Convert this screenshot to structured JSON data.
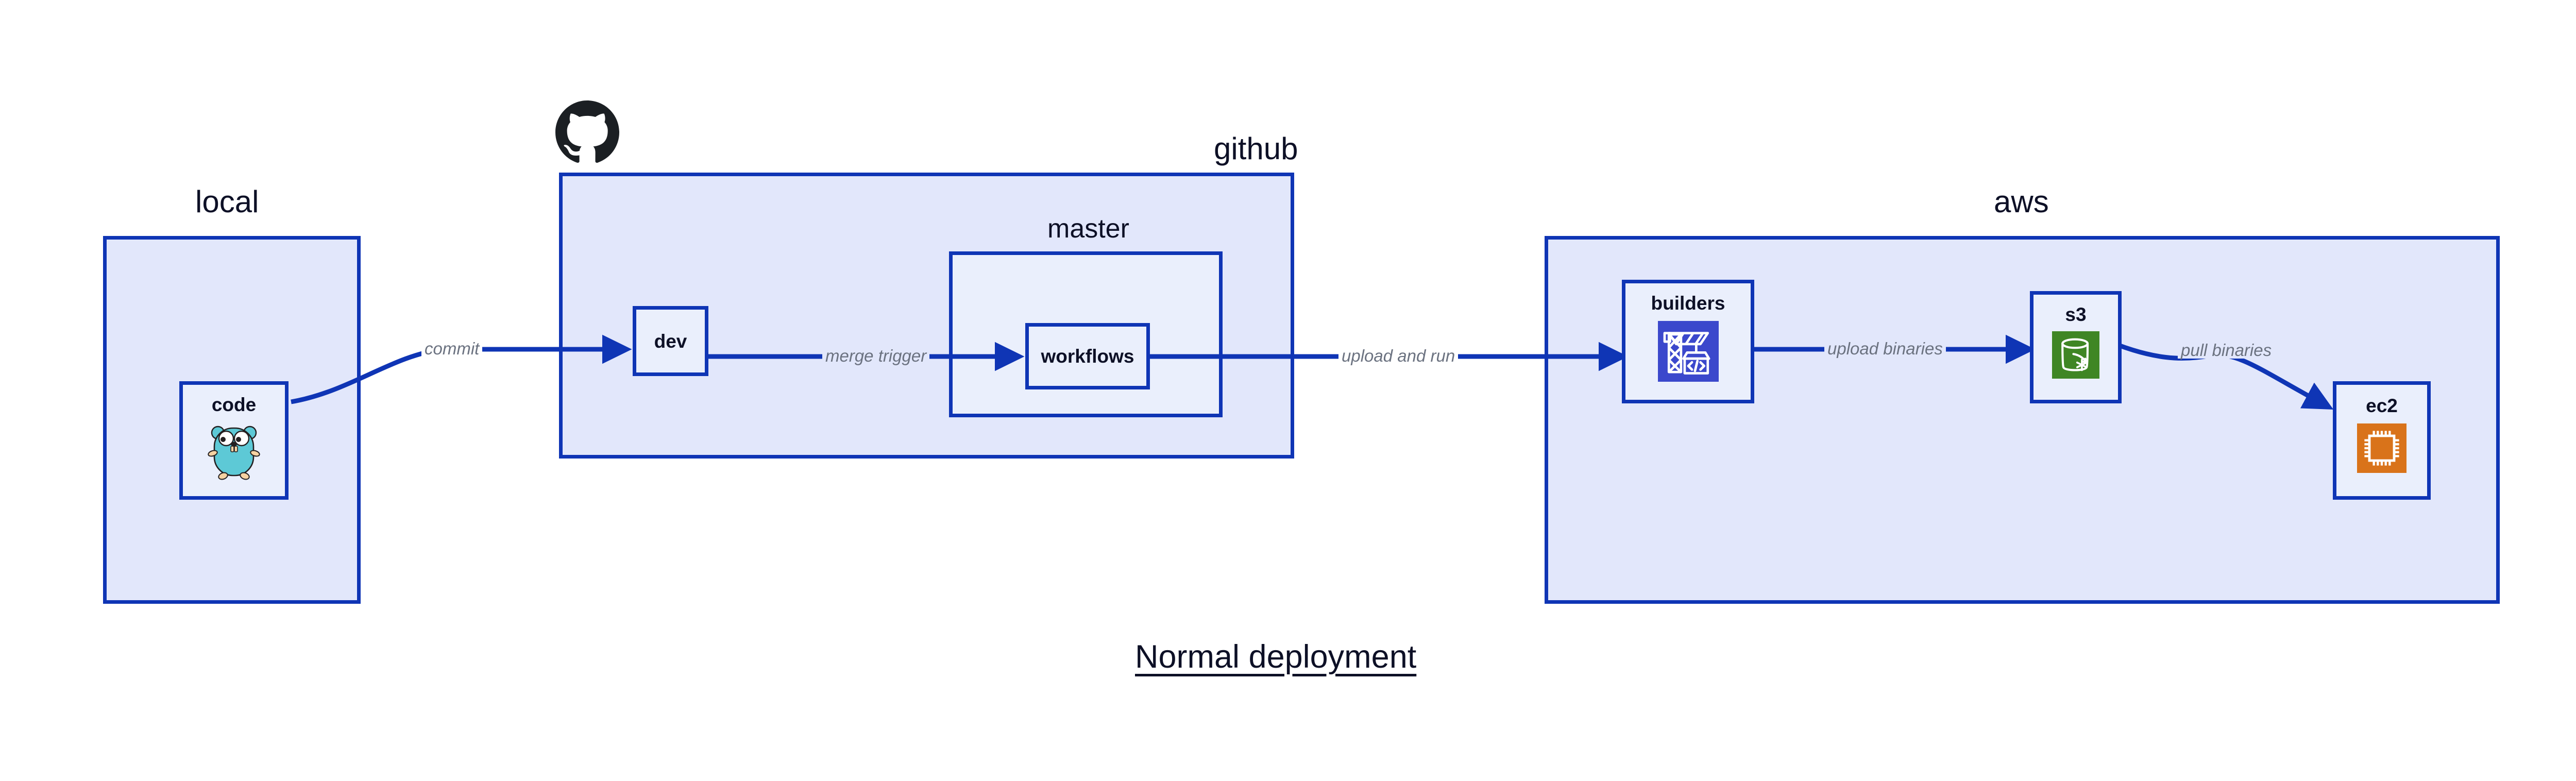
{
  "diagram": {
    "title": "Normal deployment",
    "accent_border": "#0f35b5",
    "zone_fill": "#e2e7fb",
    "node_fill": "#eaeffc",
    "label_color": "#6b7280",
    "text_color": "#0d1026"
  },
  "zones": [
    {
      "id": "local",
      "label": "local"
    },
    {
      "id": "github",
      "label": "github"
    },
    {
      "id": "aws",
      "label": "aws"
    },
    {
      "id": "master",
      "label": "master"
    }
  ],
  "nodes": [
    {
      "id": "code",
      "label": "code",
      "icon": "go-gopher-icon",
      "icon_color": "#5dc9d6"
    },
    {
      "id": "dev",
      "label": "dev",
      "icon": "none",
      "icon_color": ""
    },
    {
      "id": "workflows",
      "label": "workflows",
      "icon": "none",
      "icon_color": ""
    },
    {
      "id": "builders",
      "label": "builders",
      "icon": "aws-codebuild-icon",
      "icon_color": "#3b48cc"
    },
    {
      "id": "s3",
      "label": "s3",
      "icon": "aws-s3-icon",
      "icon_color": "#3f8624"
    },
    {
      "id": "ec2",
      "label": "ec2",
      "icon": "aws-ec2-icon",
      "icon_color": "#d9731a"
    }
  ],
  "edges": [
    {
      "id": "commit",
      "label": "commit",
      "from": "code",
      "to": "dev"
    },
    {
      "id": "merge-trigger",
      "label": "merge trigger",
      "from": "dev",
      "to": "workflows"
    },
    {
      "id": "upload-and-run",
      "label": "upload and run",
      "from": "workflows",
      "to": "builders"
    },
    {
      "id": "upload-binaries",
      "label": "upload binaries",
      "from": "builders",
      "to": "s3"
    },
    {
      "id": "pull-binaries",
      "label": "pull binaries",
      "from": "s3",
      "to": "ec2"
    }
  ],
  "logos": [
    {
      "id": "github-logo",
      "name": "github-octocat-icon",
      "color": "#1b1f23"
    }
  ]
}
